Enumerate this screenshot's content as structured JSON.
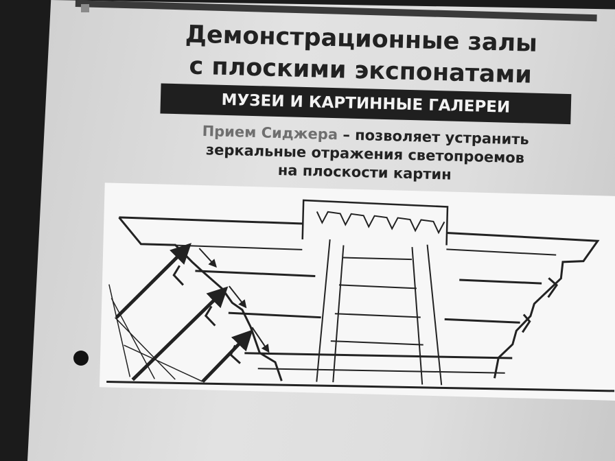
{
  "slide": {
    "title_line1": "Демонстрационные залы",
    "title_line2": "с плоскими экспонатами",
    "banner": "МУЗЕИ И КАРТИННЫЕ  ГАЛЕРЕИ",
    "desc_highlight": "Прием Сиджера",
    "desc_line1_rest": " – позволяет устранить",
    "desc_line2": "зеркальные отражения светопроемов",
    "desc_line3": "на плоскости картин"
  },
  "colors": {
    "screen": "#dcdcdc",
    "banner_bg": "#1f1f1f",
    "banner_text": "#f2f2f2",
    "highlight": "#6f6f6f",
    "text": "#222222"
  },
  "figure": {
    "subject": "gallery-section-drawing"
  }
}
